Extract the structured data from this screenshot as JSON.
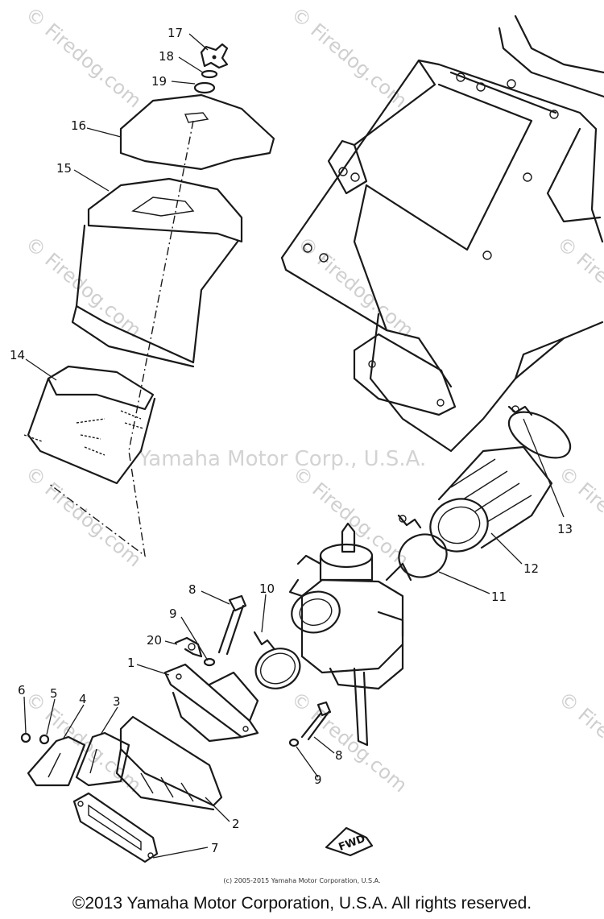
{
  "watermarks": {
    "firedog": "© Firedog.com",
    "center": "Yamaha Motor Corp., U.S.A."
  },
  "callouts": {
    "c17": "17",
    "c18": "18",
    "c19": "19",
    "c16": "16",
    "c15": "15",
    "c14": "14",
    "c13": "13",
    "c12": "12",
    "c11": "11",
    "c10": "10",
    "c8a": "8",
    "c9a": "9",
    "c20": "20",
    "c1": "1",
    "c6": "6",
    "c5": "5",
    "c4": "4",
    "c3": "3",
    "c2": "2",
    "c7": "7",
    "c8b": "8",
    "c9b": "9"
  },
  "fwd_label": "FWD",
  "small_copyright": "(c) 2005-2015 Yamaha Motor Corporation, U.S.A.",
  "footer": "©2013 Yamaha Motor Corporation, U.S.A. All rights reserved."
}
